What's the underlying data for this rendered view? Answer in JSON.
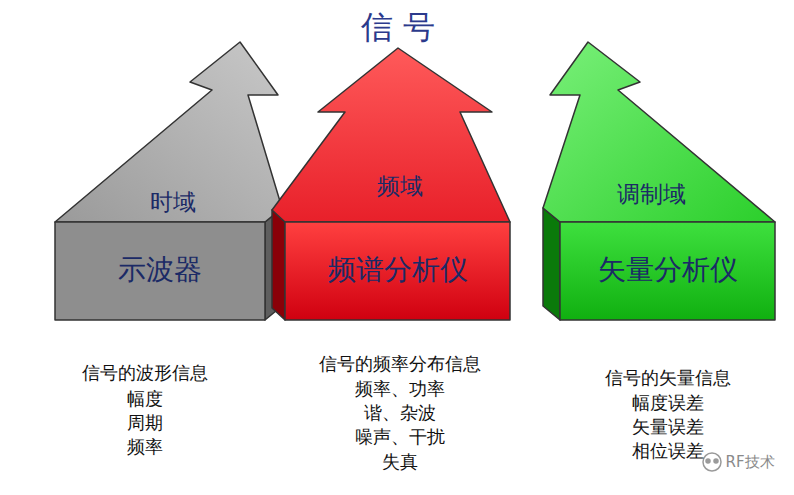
{
  "diagram": {
    "title": "信 号",
    "nodes": [
      {
        "text": [
          "时域",
          "示波器"
        ]
      },
      {
        "text": [
          "频域",
          "频谱分析仪"
        ]
      },
      {
        "text": [
          "调制域",
          "矢量分析仪"
        ]
      }
    ],
    "labels": [
      "信号的波形信息",
      "幅度",
      "周期",
      "频率",
      "信号的频率分布信息",
      "频率、功率",
      "谐、杂波",
      "噪声、干扰",
      "失真",
      "信号的矢量信息",
      "幅度误差",
      "矢量误差",
      "相位误差",
      "RF技术"
    ]
  }
}
